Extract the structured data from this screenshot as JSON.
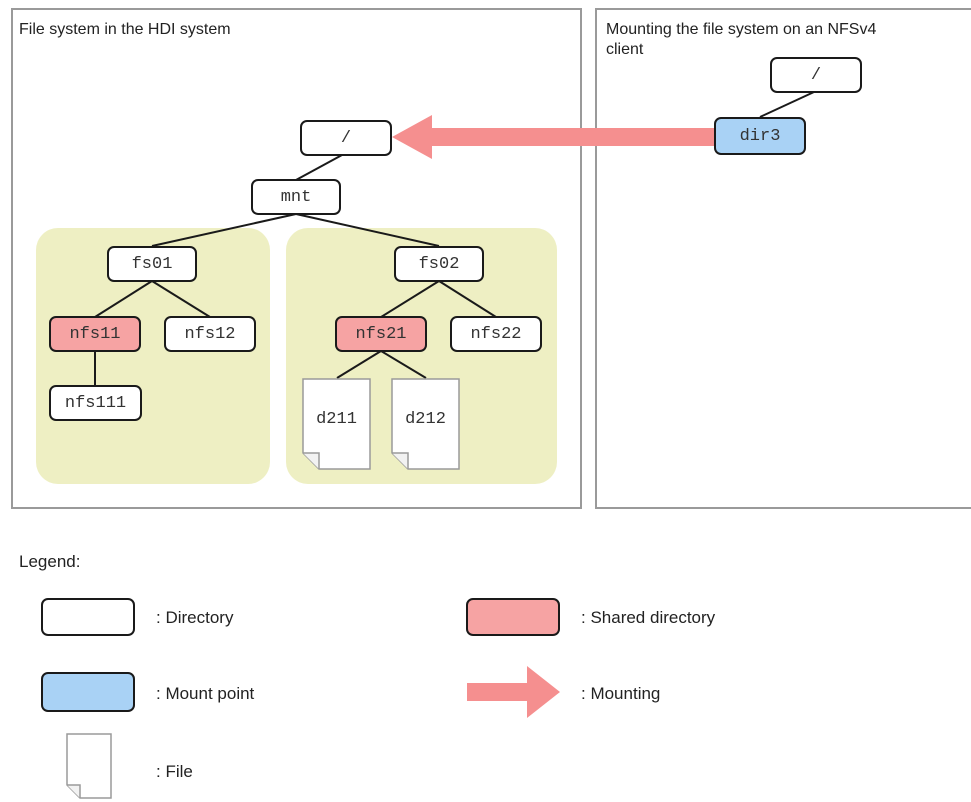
{
  "panels": {
    "hdi_title": "File system in the HDI system",
    "client_title": "Mounting the file system on an NFSv4 client"
  },
  "nodes": {
    "root": "/",
    "mnt": "mnt",
    "fs01": "fs01",
    "fs02": "fs02",
    "nfs11": "nfs11",
    "nfs12": "nfs12",
    "nfs111": "nfs111",
    "nfs21": "nfs21",
    "nfs22": "nfs22",
    "d211": "d211",
    "d212": "d212",
    "client_root": "/",
    "dir3": "dir3"
  },
  "legend": {
    "title": "Legend:",
    "directory": ": Directory",
    "shared_directory": ": Shared directory",
    "mount_point": ": Mount point",
    "mounting": ": Mounting",
    "file": ": File"
  },
  "colors": {
    "shared": "#f6a3a3",
    "mount_point": "#a9d2f5",
    "group_fill": "#eeefc3",
    "arrow": "#f58f8f"
  }
}
